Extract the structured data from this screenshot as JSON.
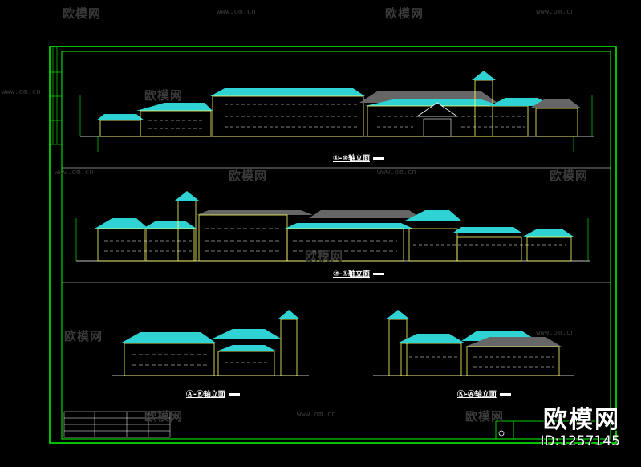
{
  "colors": {
    "background": "#000000",
    "frame": "#00ff00",
    "roof": "#2fd3d3",
    "wall": "#ffff66",
    "window": "#ffffff",
    "watermark": "#3a3a3a",
    "text": "#ffffff"
  },
  "watermarks": {
    "brand": "欧模网",
    "url": "www.om.cn",
    "url_short": "www.om.cn"
  },
  "drawings": {
    "elevation_1": {
      "title": "轴立面",
      "number": "①-⑩"
    },
    "elevation_2": {
      "title": "轴立面",
      "number": "⑩-①"
    },
    "elevation_3": {
      "title": "轴立面",
      "number": "Ⓐ-Ⓚ"
    },
    "elevation_4": {
      "title": "轴立面",
      "number": "Ⓚ-Ⓐ"
    }
  },
  "branding": {
    "logo_text": "欧模网",
    "id_text": "ID:1257145"
  }
}
